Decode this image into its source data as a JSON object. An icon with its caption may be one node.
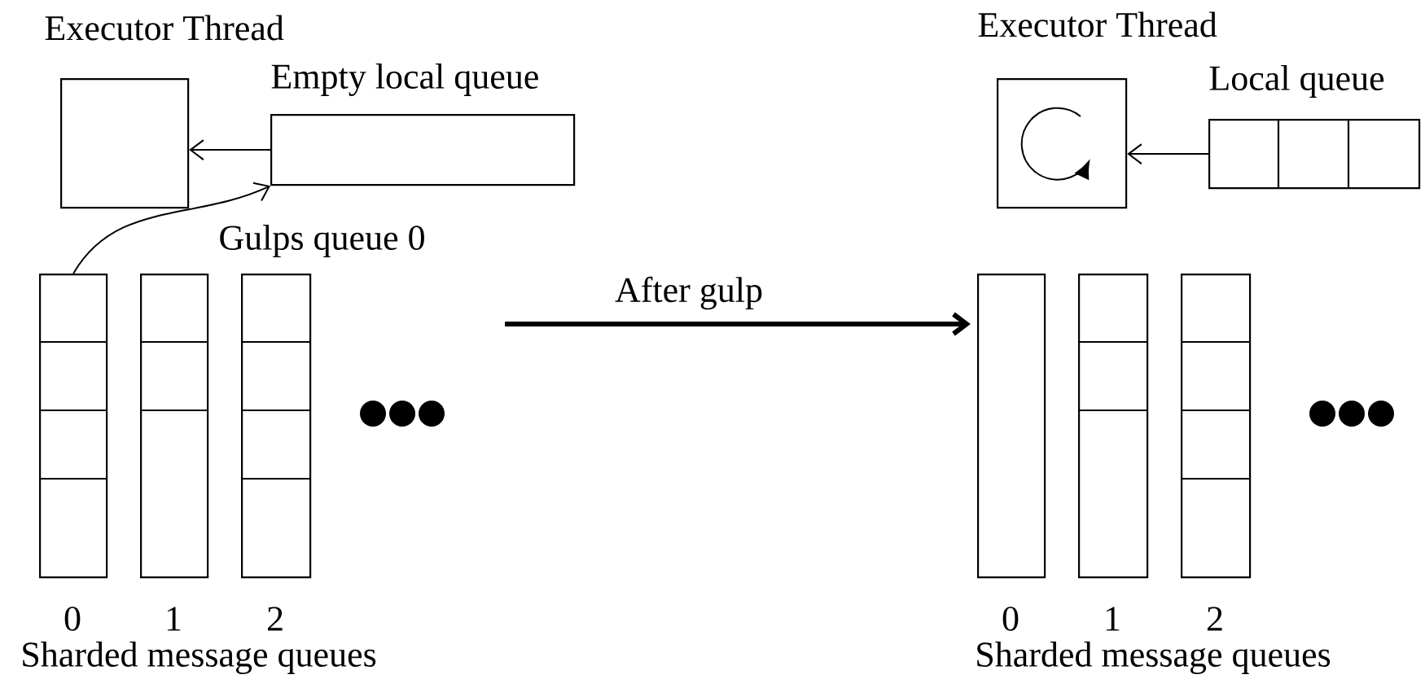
{
  "diagram": {
    "nodes": [
      {
        "text": [
          "Executor Thread"
        ]
      },
      {
        "text": [
          "Empty local queue"
        ]
      },
      {
        "text": [],
        "shape": "box",
        "beside": [
          "0"
        ]
      },
      {
        "text": [],
        "shape": "box",
        "beside": [
          "1"
        ]
      },
      {
        "text": [],
        "shape": "box",
        "beside": [
          "2"
        ]
      },
      {
        "text": [
          "Executor Thread"
        ]
      },
      {
        "text": [
          "Local queue"
        ]
      },
      {
        "text": [],
        "shape": "box",
        "beside": [
          "0"
        ]
      },
      {
        "text": [],
        "shape": "box",
        "beside": [
          "1"
        ]
      },
      {
        "text": [],
        "shape": "box",
        "beside": [
          "2"
        ]
      }
    ],
    "edges": [
      {
        "from": 2,
        "to": 1,
        "arrow": "to",
        "label": "Gulps queue 0"
      },
      {
        "from": 1,
        "to": 0,
        "arrow": "to"
      },
      {
        "from": 6,
        "to": 5,
        "arrow": "to"
      },
      {
        "from": null,
        "to": 7,
        "arrow": "to",
        "label": "After gulp",
        "style": "thick"
      }
    ],
    "labels": [
      "Sharded message queues",
      "Sharded message queues"
    ]
  }
}
